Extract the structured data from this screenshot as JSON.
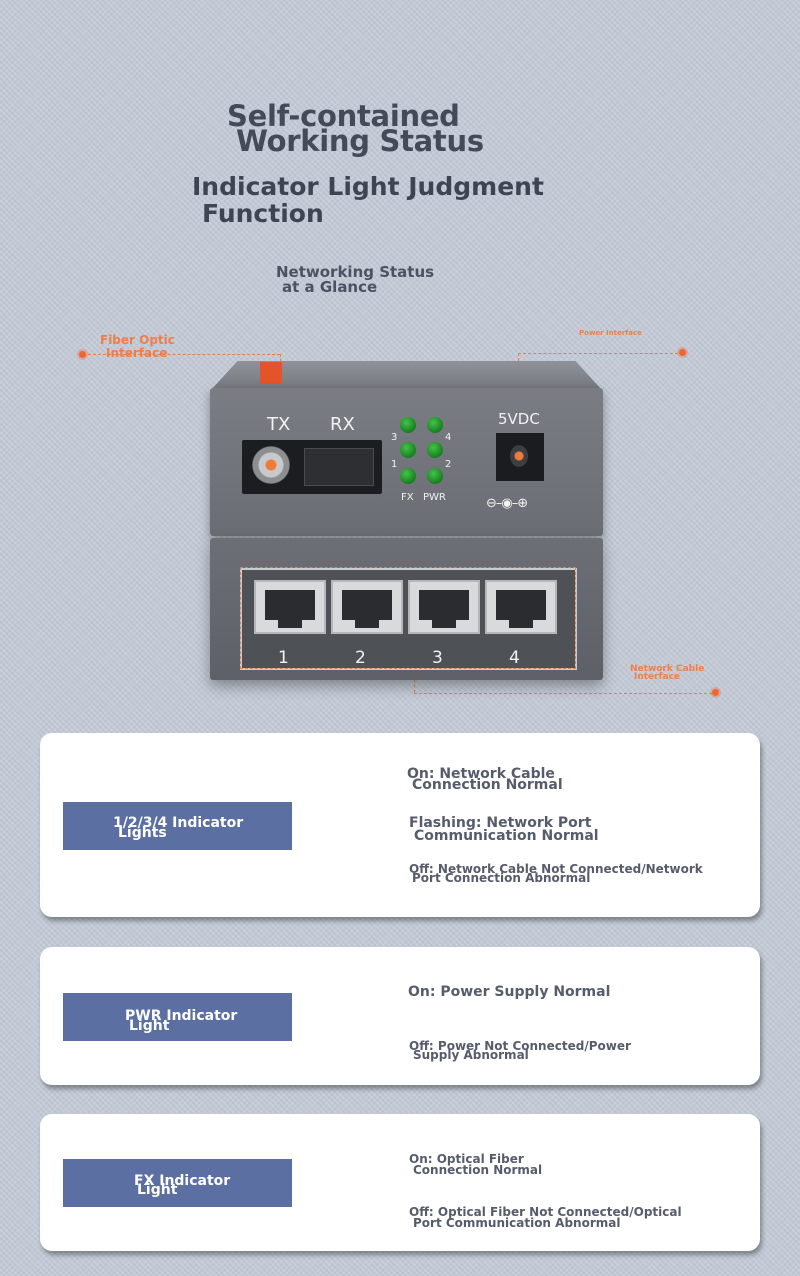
{
  "headline": {
    "line1": "Self-contained",
    "line2": "Working Status",
    "line3": "Indicator Light Judgment",
    "line4": "Function",
    "sub1": "Networking Status",
    "sub2": "at a Glance"
  },
  "callouts": {
    "fiber_line1": "Fiber Optic",
    "fiber_line2": "Interface",
    "power": "Power Interface",
    "network_line1": "Network Cable",
    "network_line2": "Interface"
  },
  "device": {
    "tx": "TX",
    "rx": "RX",
    "dc": "5VDC",
    "led_labels": [
      "3",
      "4",
      "1",
      "2",
      "FX",
      "PWR"
    ],
    "ports": [
      "1",
      "2",
      "3",
      "4"
    ]
  },
  "cards": [
    {
      "label_line1": "1/2/3/4 Indicator",
      "label_line2": "Lights",
      "on_line1": "On: Network Cable",
      "on_line2": "Connection Normal",
      "flash_line1": "Flashing: Network Port",
      "flash_line2": "Communication Normal",
      "off_line1": "Off: Network Cable Not Connected/Network",
      "off_line2": "Port Connection Abnormal"
    },
    {
      "label_line1": "PWR Indicator",
      "label_line2": "Light",
      "on_line1": "On: Power Supply Normal",
      "off_line1": "Off: Power Not Connected/Power",
      "off_line2": "Supply Abnormal"
    },
    {
      "label_line1": "FX Indicator",
      "label_line2": "Light",
      "on_line1": "On: Optical Fiber",
      "on_line2": "Connection Normal",
      "off_line1": "Off: Optical Fiber Not Connected/Optical",
      "off_line2": "Port Communication Abnormal"
    }
  ],
  "colors": {
    "accent": "#f07d4a",
    "label_bg": "#5c6fa3",
    "led_green": "#2aa531"
  }
}
